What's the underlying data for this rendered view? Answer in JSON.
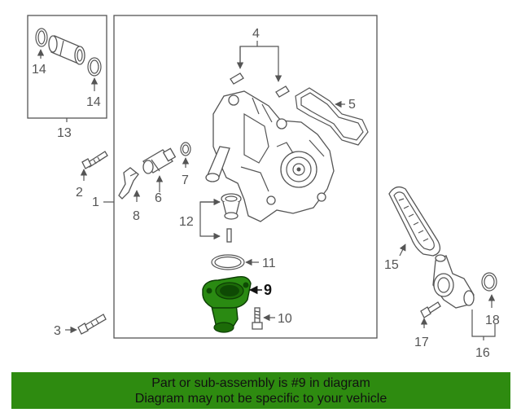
{
  "diagram": {
    "callouts": {
      "c1": "1",
      "c2": "2",
      "c3": "3",
      "c4": "4",
      "c5": "5",
      "c6": "6",
      "c7": "7",
      "c8": "8",
      "c9": "9",
      "c10": "10",
      "c11": "11",
      "c12": "12",
      "c13": "13",
      "c14a": "14",
      "c14b": "14",
      "c15": "15",
      "c16": "16",
      "c17": "17",
      "c18": "18"
    },
    "highlight_color": "#2e8b10",
    "highlighted_part": "9"
  },
  "banner": {
    "line1": "Part or sub-assembly is #9 in diagram",
    "line2": "Diagram may not be specific to your vehicle"
  }
}
